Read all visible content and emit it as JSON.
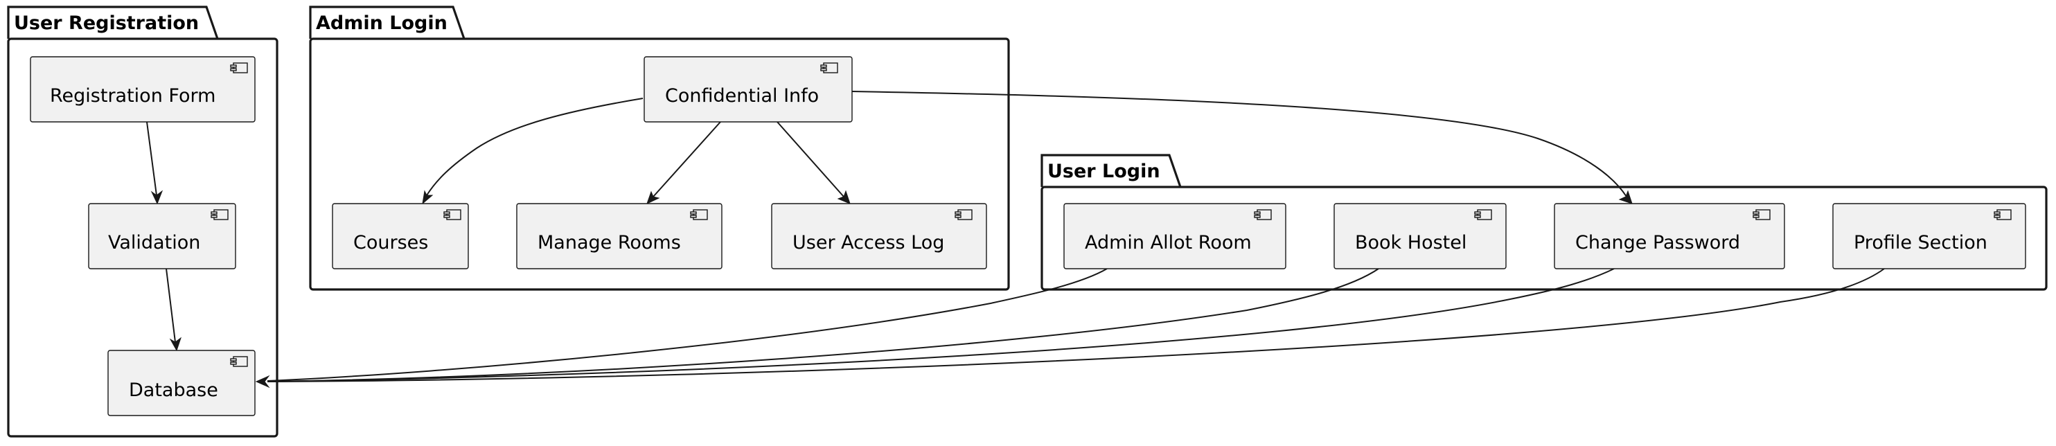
{
  "diagram": {
    "packages": [
      {
        "id": "user-registration",
        "title": "User Registration"
      },
      {
        "id": "admin-login",
        "title": "Admin Login"
      },
      {
        "id": "user-login",
        "title": "User Login"
      }
    ],
    "components": [
      {
        "id": "registration-form",
        "label": "Registration Form",
        "package": "user-registration"
      },
      {
        "id": "validation",
        "label": "Validation",
        "package": "user-registration"
      },
      {
        "id": "database",
        "label": "Database",
        "package": "user-registration"
      },
      {
        "id": "confidential-info",
        "label": "Confidential Info",
        "package": "admin-login"
      },
      {
        "id": "courses",
        "label": "Courses",
        "package": "admin-login"
      },
      {
        "id": "manage-rooms",
        "label": "Manage Rooms",
        "package": "admin-login"
      },
      {
        "id": "user-access-log",
        "label": "User Access Log",
        "package": "admin-login"
      },
      {
        "id": "admin-allot-room",
        "label": "Admin Allot Room",
        "package": "user-login"
      },
      {
        "id": "book-hostel",
        "label": "Book Hostel",
        "package": "user-login"
      },
      {
        "id": "change-password",
        "label": "Change Password",
        "package": "user-login"
      },
      {
        "id": "profile-section",
        "label": "Profile Section",
        "package": "user-login"
      }
    ],
    "edges": [
      {
        "from": "registration-form",
        "to": "validation"
      },
      {
        "from": "validation",
        "to": "database"
      },
      {
        "from": "confidential-info",
        "to": "courses"
      },
      {
        "from": "confidential-info",
        "to": "manage-rooms"
      },
      {
        "from": "confidential-info",
        "to": "user-access-log"
      },
      {
        "from": "confidential-info",
        "to": "change-password"
      },
      {
        "from": "admin-allot-room",
        "to": "database"
      },
      {
        "from": "book-hostel",
        "to": "database"
      },
      {
        "from": "change-password",
        "to": "database"
      },
      {
        "from": "profile-section",
        "to": "database"
      }
    ]
  }
}
